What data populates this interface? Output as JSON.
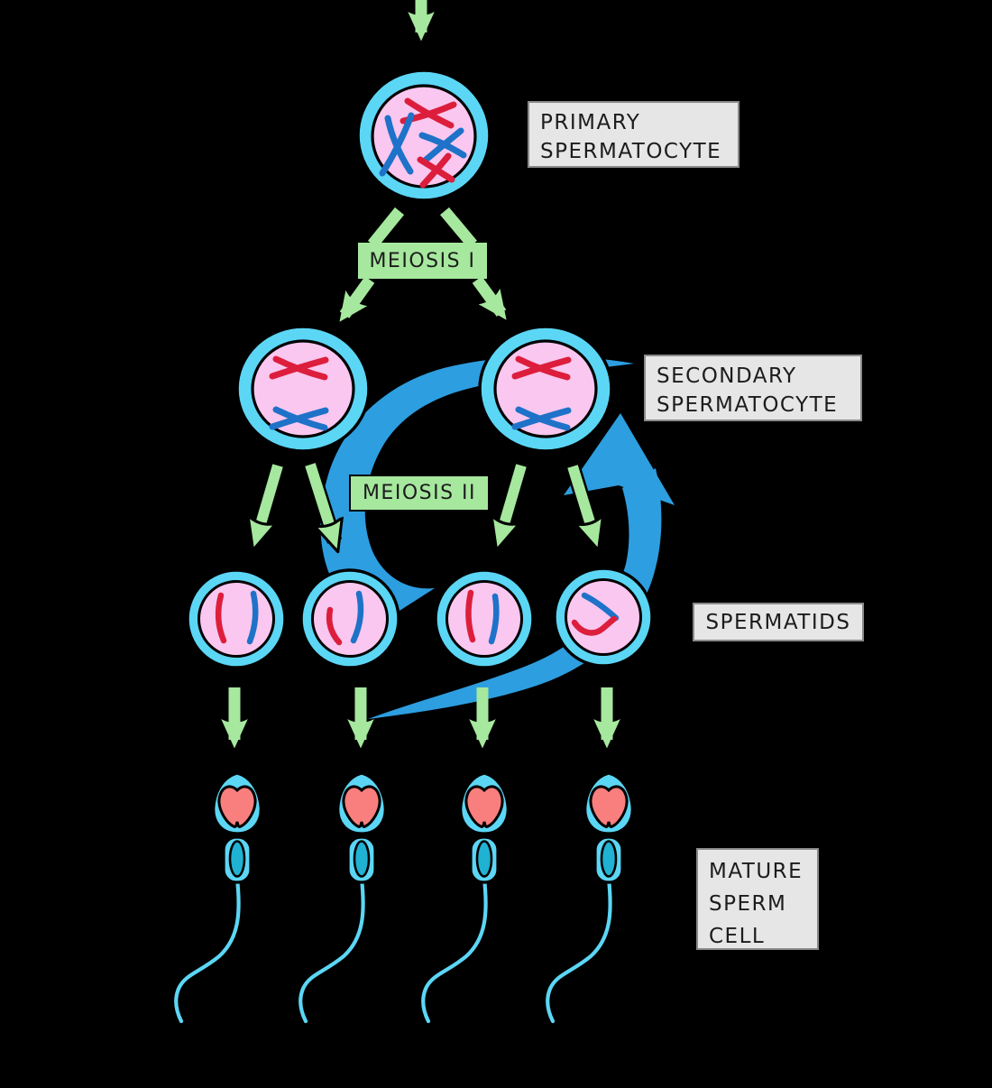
{
  "diagram": {
    "figure": "spermatogenesis-cell-division-diagram",
    "background": "#000000"
  },
  "labels": {
    "primary_line1": "PRIMARY",
    "primary_line2": "SPERMATOCYTE",
    "secondary_line1": "SECONDARY",
    "secondary_line2": "SPERMATOCYTE",
    "spermatids": "SPERMATIDS",
    "mature_line1": "MATURE",
    "mature_line2": "SPERM",
    "mature_line3": "CELL"
  },
  "processes": {
    "meiosis1": "MEIOSIS I",
    "meiosis2": "MEIOSIS II"
  },
  "stages": [
    {
      "label": "PRIMARY SPERMATOCYTE",
      "cell_count": 1
    },
    {
      "label": "SECONDARY SPERMATOCYTE",
      "cell_count": 2
    },
    {
      "label": "SPERMATIDS",
      "cell_count": 4
    },
    {
      "label": "MATURE SPERM CELL",
      "cell_count": 4
    }
  ],
  "colors": {
    "bg": "#000000",
    "cyan": "#5CD6F5",
    "pink": "#F9C7EF",
    "chromRed": "#DC1E3C",
    "chromBlue": "#1E72C8",
    "green": "#A6E89E",
    "swirl": "#2D9EE0",
    "labelBg": "#E6E6E6",
    "labelBorder": "#8A8A8A",
    "salmon": "#F87F7E",
    "teal": "#20B2D2",
    "ink": "#000000",
    "text": "#1C1C1C"
  }
}
